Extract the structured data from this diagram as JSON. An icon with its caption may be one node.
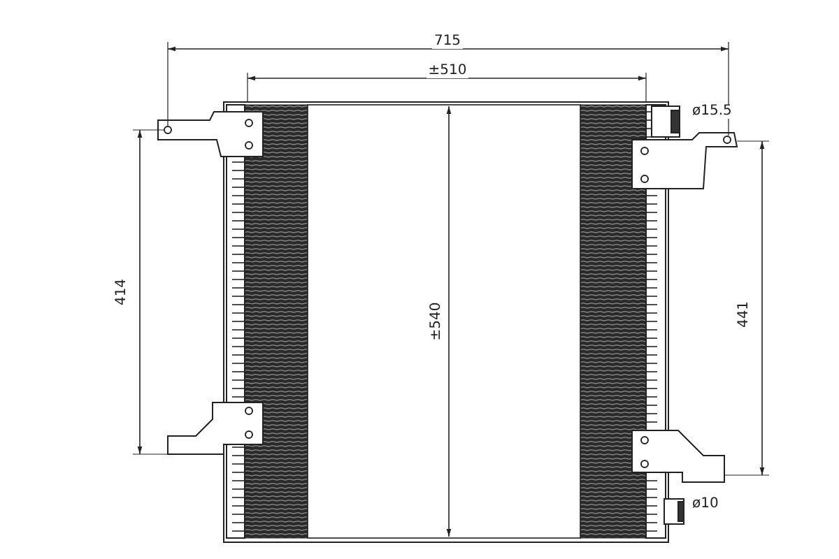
{
  "diagram": {
    "labels": [
      "715",
      "±510",
      "ø15.5",
      "414",
      "±540",
      "441",
      "ø10"
    ]
  }
}
